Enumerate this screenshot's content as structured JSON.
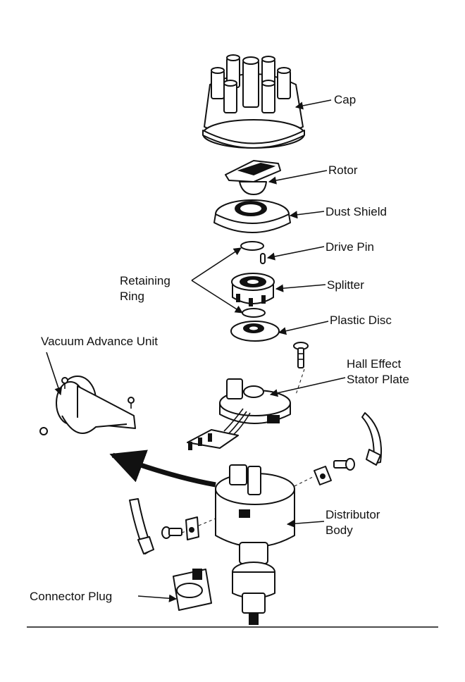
{
  "labels": {
    "cap": "Cap",
    "rotor": "Rotor",
    "dust_shield": "Dust Shield",
    "drive_pin": "Drive Pin",
    "retaining_ring_1": "Retaining",
    "retaining_ring_2": "Ring",
    "splitter": "Splitter",
    "plastic_disc": "Plastic Disc",
    "vacuum_advance_unit": "Vacuum Advance Unit",
    "hall_effect_1": "Hall Effect",
    "hall_effect_2": "Stator Plate",
    "distributor_body_1": "Distributor",
    "distributor_body_2": "Body",
    "connector_plug": "Connector Plug"
  }
}
